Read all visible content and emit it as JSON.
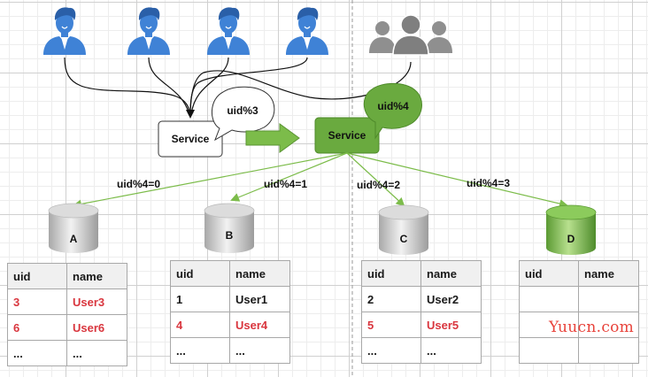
{
  "services": {
    "left_label": "Service",
    "right_label": "Service"
  },
  "bubbles": {
    "left_text": "uid%3",
    "right_text": "uid%4"
  },
  "routes": [
    {
      "label": "uid%4=0"
    },
    {
      "label": "uid%4=1"
    },
    {
      "label": "uid%4=2"
    },
    {
      "label": "uid%4=3"
    }
  ],
  "databases": [
    {
      "label": "A",
      "color": "#c8c8c8"
    },
    {
      "label": "B",
      "color": "#c8c8c8"
    },
    {
      "label": "C",
      "color": "#c8c8c8"
    },
    {
      "label": "D",
      "color": "#6fae45"
    }
  ],
  "tables": [
    {
      "headers": [
        "uid",
        "name"
      ],
      "rows": [
        [
          "3",
          "User3"
        ],
        [
          "6",
          "User6"
        ],
        [
          "...",
          "..."
        ]
      ]
    },
    {
      "headers": [
        "uid",
        "name"
      ],
      "rows": [
        [
          "1",
          "User1"
        ],
        [
          "4",
          "User4"
        ],
        [
          "...",
          "..."
        ]
      ]
    },
    {
      "headers": [
        "uid",
        "name"
      ],
      "rows": [
        [
          "2",
          "User2"
        ],
        [
          "5",
          "User5"
        ],
        [
          "...",
          "..."
        ]
      ]
    },
    {
      "headers": [
        "uid",
        "name"
      ],
      "rows": [
        [
          "",
          ""
        ],
        [
          "",
          ""
        ],
        [
          "",
          ""
        ]
      ]
    }
  ],
  "watermark": "Yuucn.com",
  "colors": {
    "user_blue": "#3f82d6",
    "group_gray": "#8f8f8f",
    "service_green": "#6aaa3f",
    "arrow_green": "#7cbc4a",
    "highlight_red": "#d9363e"
  }
}
